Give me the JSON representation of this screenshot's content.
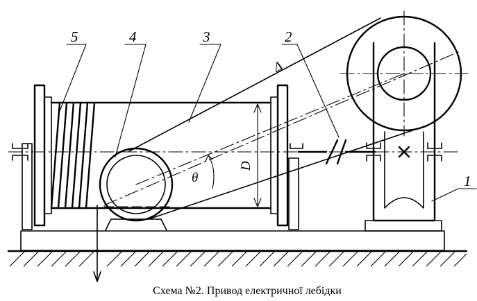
{
  "caption": "Схема №2. Привод електричної лебідки",
  "labels": {
    "drum": "5",
    "motor": "4",
    "belt": "3",
    "coupling": "2",
    "gearbox": "1"
  },
  "symbols": {
    "diameter": "D",
    "angle": "θ",
    "delta": "Δ"
  }
}
